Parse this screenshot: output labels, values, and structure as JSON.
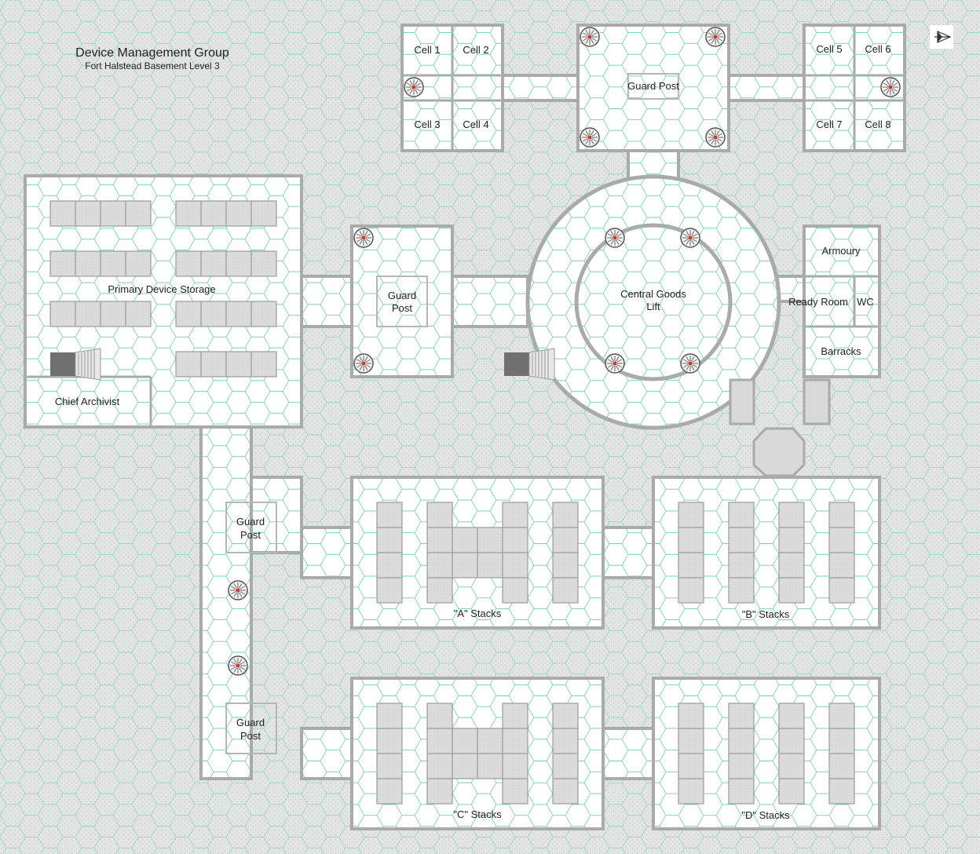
{
  "title": "Device Management Group",
  "subtitle": "Fort Halstead Basement Level 3",
  "rooms": {
    "cell_1": "Cell 1",
    "cell_2": "Cell 2",
    "cell_3": "Cell 3",
    "cell_4": "Cell 4",
    "cell_5": "Cell 5",
    "cell_6": "Cell 6",
    "cell_7": "Cell 7",
    "cell_8": "Cell 8",
    "guard_post_top": "Guard Post",
    "guard_post_mid_1": "Guard",
    "guard_post_mid_2": "Post",
    "guard_post_west_1": "Guard",
    "guard_post_west_2": "Post",
    "guard_post_south_1": "Guard",
    "guard_post_south_2": "Post",
    "primary_storage": "Primary Device Storage",
    "chief_archivist": "Chief Archivist",
    "central_lift_1": "Central Goods",
    "central_lift_2": "Lift",
    "armoury": "Armoury",
    "ready_room": "Ready Room",
    "wc": "WC",
    "barracks": "Barracks",
    "stacks_a": "\"A\" Stacks",
    "stacks_b": "\"B\" Stacks",
    "stacks_c": "\"C\" Stacks",
    "stacks_d": "\"D\" Stacks"
  },
  "colors": {
    "background": "#e6e8e7",
    "floor": "#ffffff",
    "grid": "#7fd1b4",
    "wall": "#a9aaa9",
    "shelf": "#dcdddc",
    "stair": "#707070"
  },
  "icons": {
    "compass": "compass-north-icon",
    "camera": "camera-dome-icon"
  }
}
